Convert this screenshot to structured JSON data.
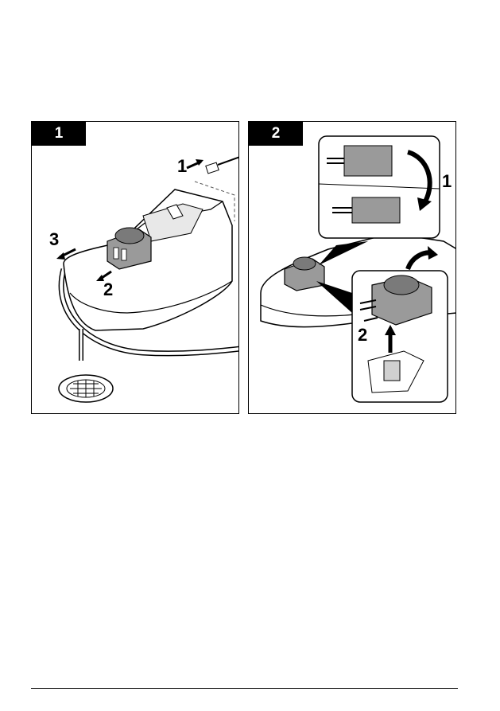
{
  "figures": [
    {
      "number": "1",
      "callouts": [
        "1",
        "2",
        "3"
      ]
    },
    {
      "number": "2",
      "callouts": [
        "1",
        "2"
      ]
    }
  ]
}
